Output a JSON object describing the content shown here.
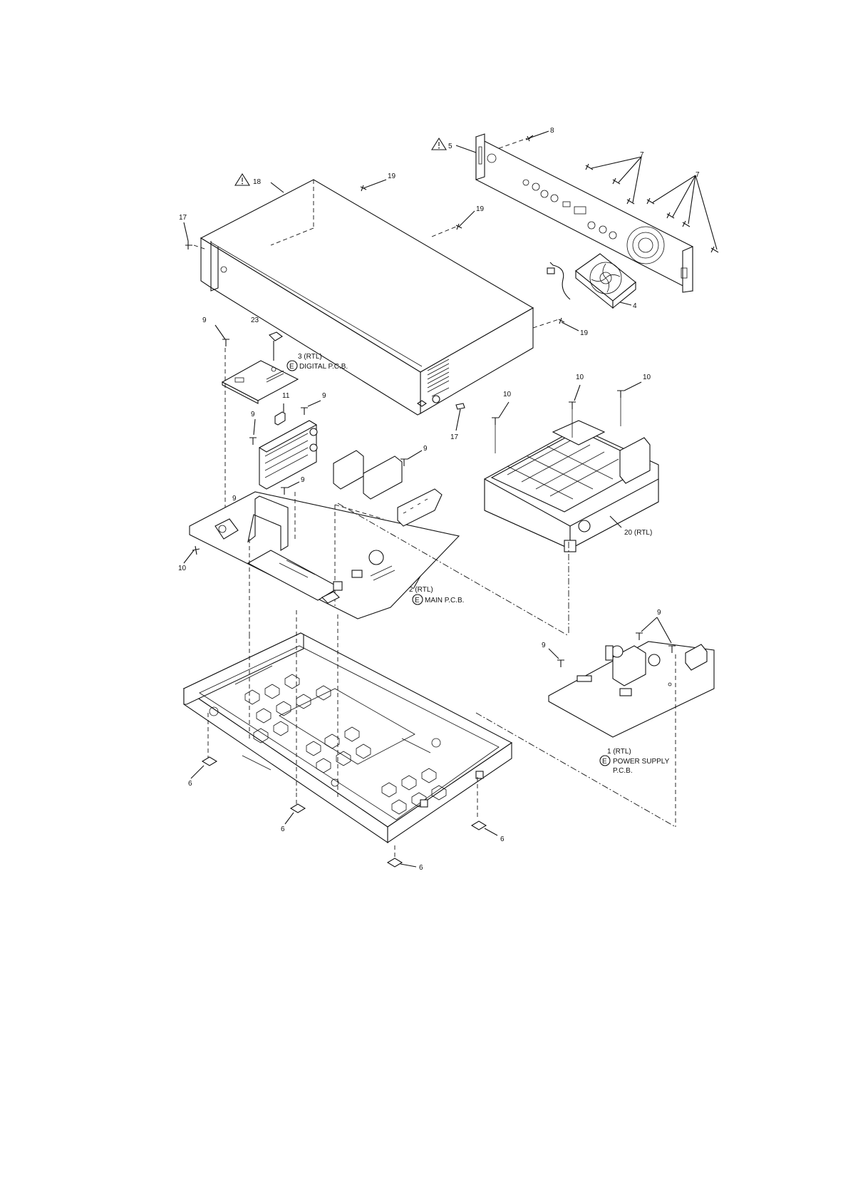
{
  "diagram": {
    "labels": {
      "l_8": "8",
      "l_5": "5",
      "l_7a": "7",
      "l_7b": "7",
      "l_18": "18",
      "l_19a": "19",
      "l_19b": "19",
      "l_19c": "19",
      "l_17a": "17",
      "l_17b": "17",
      "l_4": "4",
      "l_9a": "9",
      "l_23": "23",
      "l_3rtl": "3 (RTL)",
      "l_digital": "DIGITAL P.C.B.",
      "l_11": "11",
      "l_9b": "9",
      "l_9c": "9",
      "l_9d": "9",
      "l_9e": "9",
      "l_9f": "9",
      "l_10a": "10",
      "l_10b": "10",
      "l_10c": "10",
      "l_10d": "10",
      "l_20rtl": "20 (RTL)",
      "l_2rtl": "2 (RTL)",
      "l_main": "MAIN P.C.B.",
      "l_9g": "9",
      "l_9h": "9",
      "l_1rtl": "1 (RTL)",
      "l_power": "POWER SUPPLY",
      "l_pcb": "P.C.B.",
      "l_6a": "6",
      "l_6b": "6",
      "l_6c": "6",
      "l_6d": "6",
      "e_mark_1": "E",
      "e_mark_2": "E",
      "e_mark_3": "E"
    },
    "warning_icons": [
      "warning-triangle-icon",
      "warning-triangle-icon"
    ]
  }
}
